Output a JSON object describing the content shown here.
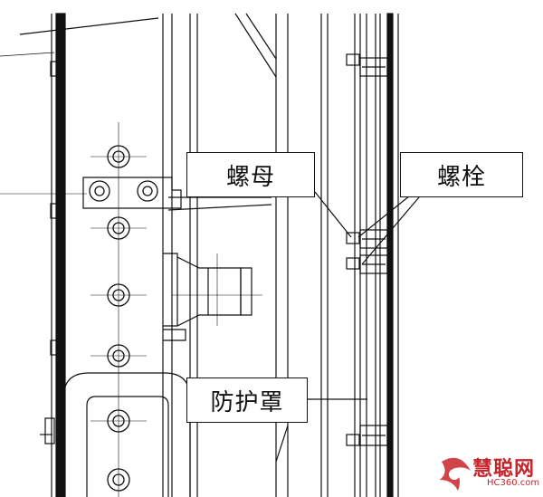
{
  "labels": {
    "nut": "螺母",
    "bolt": "螺栓",
    "guard": "防护罩"
  },
  "watermark": {
    "name": "慧聪网",
    "site": "HC360.com"
  },
  "colors": {
    "line": "#111111",
    "accent": "#c9242a"
  }
}
